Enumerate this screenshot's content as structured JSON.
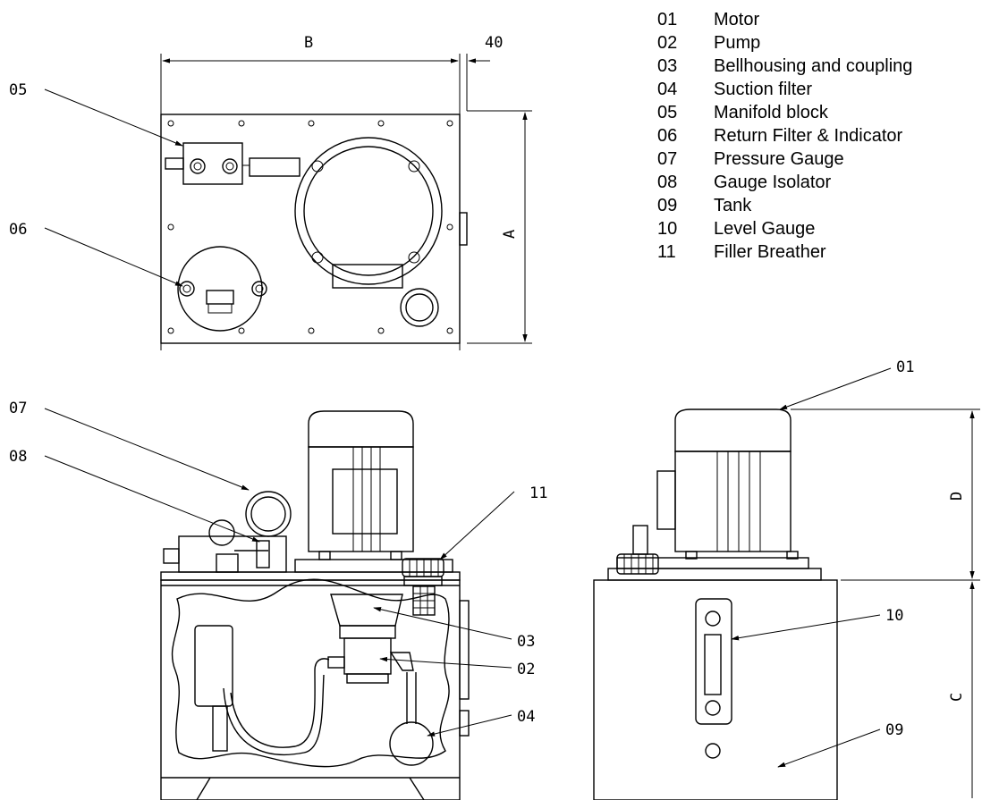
{
  "legend": [
    {
      "num": "01",
      "label": "Motor"
    },
    {
      "num": "02",
      "label": "Pump"
    },
    {
      "num": "03",
      "label": "Bellhousing and coupling"
    },
    {
      "num": "04",
      "label": "Suction filter"
    },
    {
      "num": "05",
      "label": "Manifold block"
    },
    {
      "num": "06",
      "label": "Return Filter & Indicator"
    },
    {
      "num": "07",
      "label": "Pressure Gauge"
    },
    {
      "num": "08",
      "label": "Gauge Isolator"
    },
    {
      "num": "09",
      "label": "Tank"
    },
    {
      "num": "10",
      "label": "Level Gauge"
    },
    {
      "num": "11",
      "label": "Filler Breather"
    }
  ],
  "dimensions": {
    "a": "A",
    "b": "B",
    "c": "C",
    "d": "D",
    "offset": "40"
  },
  "callouts": {
    "c01": "01",
    "c02": "02",
    "c03": "03",
    "c04": "04",
    "c05": "05",
    "c06": "06",
    "c07": "07",
    "c08": "08",
    "c09": "09",
    "c10": "10",
    "c11": "11"
  }
}
